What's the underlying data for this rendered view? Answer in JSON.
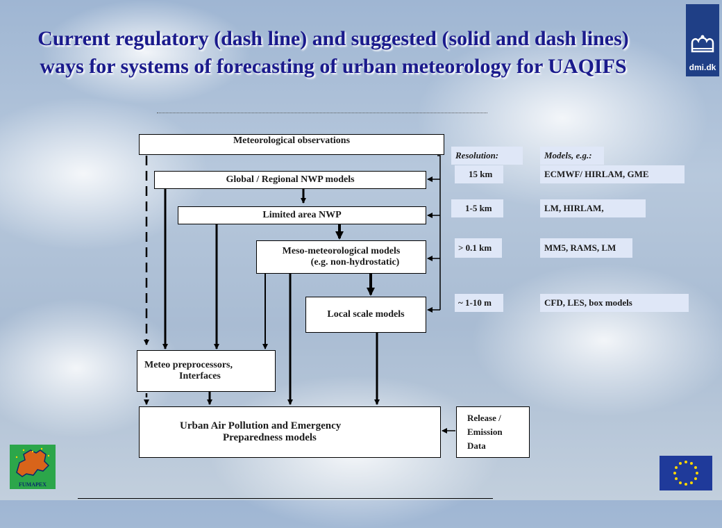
{
  "title": "Current regulatory (dash line) and suggested (solid and dash lines) ways for systems of forecasting of urban meteorology for UAQIFS",
  "boxes": {
    "observations": "Meteorological observations",
    "global_nwp": "Global / Regional NWP models",
    "limited_nwp": "Limited area NWP",
    "meso_line1": "Meso-meteorological models",
    "meso_line2": "(e.g. non-hydrostatic)",
    "local": "Local scale models",
    "preproc_line1": "Meteo preprocessors,",
    "preproc_line2": "Interfaces",
    "urban_line1": "Urban Air Pollution and Emergency",
    "urban_line2": "Preparedness models",
    "release_line1": "Release /",
    "release_line2": "Emission",
    "release_line3": "Data"
  },
  "table": {
    "resolution_header": "Resolution:",
    "models_header": "Models, e.g.:",
    "rows": [
      {
        "resolution": "15 km",
        "models": "ECMWF/  HIRLAM,    GME"
      },
      {
        "resolution": "1-5 km",
        "models": "LM,  HIRLAM,"
      },
      {
        "resolution": "> 0.1 km",
        "models": "MM5, RAMS, LM"
      },
      {
        "resolution": "~ 1-10 m",
        "models": "CFD, LES, box models"
      }
    ]
  },
  "logos": {
    "dmi": "dmi.dk",
    "fumapex": "FUMAPEX"
  },
  "colors": {
    "title": "#1a1a8c",
    "label_bg": "#dfe7f7",
    "dmi_blue": "#1f3f86",
    "eu_blue": "#1f3a9a"
  }
}
